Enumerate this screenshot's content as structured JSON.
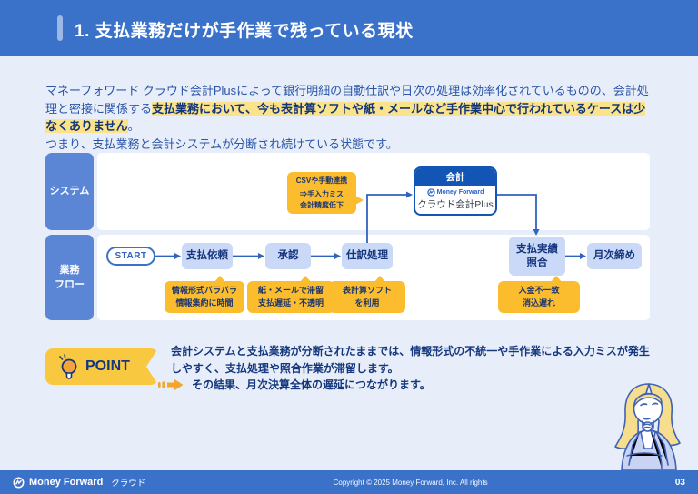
{
  "header": {
    "title": "1. 支払業務だけが手作業で残っている現状"
  },
  "intro": {
    "part1": "マネーフォワード クラウド会計Plusによって銀行明細の自動仕訳や日次の処理は効率化されているものの、会計処理と密接に関係する",
    "highlight": "支払業務において、今も表計算ソフトや紙・メールなど手作業中心で行われているケースは少なくありません",
    "part3": "。",
    "line2": "つまり、支払業務と会計システムが分断され続けている状態です。"
  },
  "diagram": {
    "row_system_label": "システム",
    "row_flow_label": "業務\nフロー",
    "csv_bubble": {
      "line1": "CSVや手動連携",
      "line2": "⇒手入力ミス",
      "line3": "会計精度低下"
    },
    "accounting_box": {
      "header": "会計",
      "brand": "Money Forward",
      "product": "クラウド会計Plus"
    },
    "start_label": "START",
    "flow_steps": [
      "支払依頼",
      "承認",
      "仕訳処理",
      "支払実績\n照合",
      "月次締め"
    ],
    "callouts": [
      {
        "line1": "情報形式バラバラ",
        "line2": "情報集約に時間"
      },
      {
        "line1": "紙・メールで滞留",
        "line2": "支払遅延・不透明"
      },
      {
        "line1": "表計算ソフト",
        "line2": "を利用"
      },
      {
        "line1": "入金不一致",
        "line2": "消込遅れ"
      }
    ]
  },
  "point": {
    "label": "POINT",
    "text1": "会計システムと支払業務が分断されたままでは、情報形式の不統一や手作業による入力ミスが発生しやすく、支払処理や照合作業が滞留します。",
    "text2": "その結果、月次決算全体の遅延につながります。"
  },
  "footer": {
    "brand": "Money Forward",
    "brand_suffix": "クラウド",
    "copyright": "Copyright © 2025 Money Forward, Inc. All rights",
    "page": "03"
  },
  "colors": {
    "header_blue": "#3b72c9",
    "label_blue": "#5b86d6",
    "flow_box_blue": "#c9d9f7",
    "callout_yellow": "#fbbc2e",
    "point_yellow": "#f9c841",
    "highlight_yellow": "#fbe38b",
    "navy_text": "#15377e",
    "accounting_header_blue": "#1255b4"
  }
}
